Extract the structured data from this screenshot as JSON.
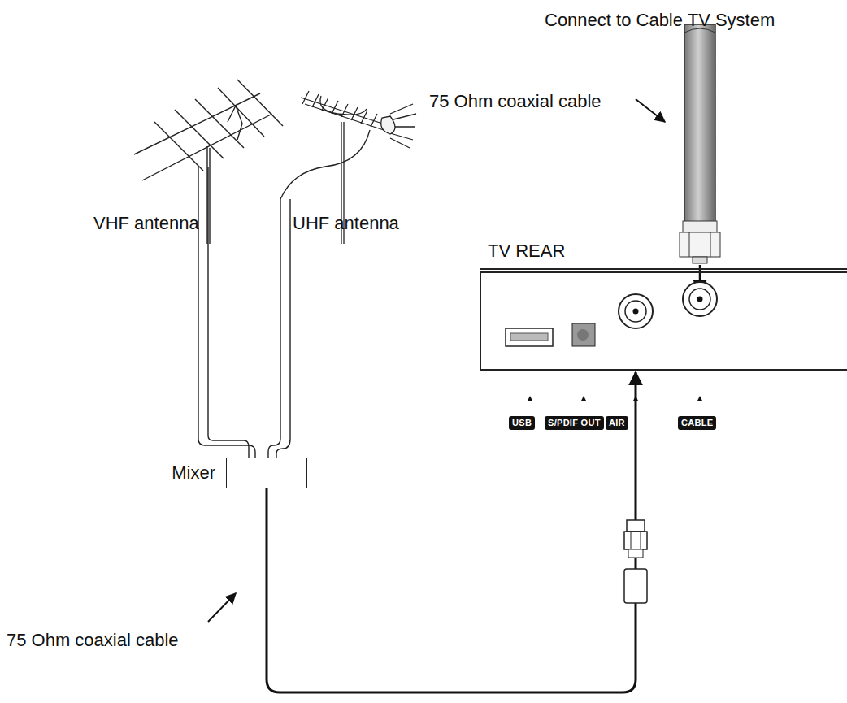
{
  "diagram": {
    "nodes": [
      {
        "text": [
          "TV REAR"
        ]
      },
      {
        "text": [
          "Mixer"
        ]
      }
    ],
    "edges": [
      {
        "from": 1,
        "to": 0,
        "arrow": "to"
      }
    ],
    "labels": [
      "Connect to Cable TV System",
      "75 Ohm coaxial cable",
      "VHF antenna",
      "UHF antenna",
      "USB",
      "S/PDIF OUT",
      "AIR",
      "CABLE",
      "75 Ohm coaxial cable"
    ]
  }
}
